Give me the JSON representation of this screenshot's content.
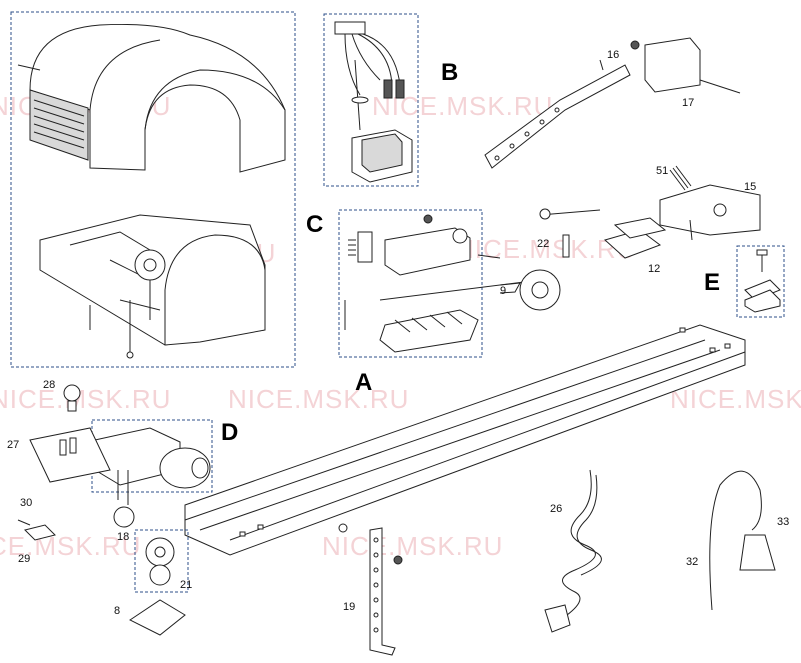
{
  "watermark": "NICE.MSK.RU",
  "group_labels": {
    "A": "A",
    "B": "B",
    "C": "C",
    "D": "D",
    "E": "E"
  },
  "part_numbers": {
    "p8": "8",
    "p9": "9",
    "p12": "12",
    "p15": "15",
    "p16": "16",
    "p17": "17",
    "p18": "18",
    "p19": "19",
    "p21": "21",
    "p22": "22",
    "p26": "26",
    "p27": "27",
    "p28": "28",
    "p29": "29",
    "p30": "30",
    "p32": "32",
    "p33": "33",
    "p51": "51"
  }
}
